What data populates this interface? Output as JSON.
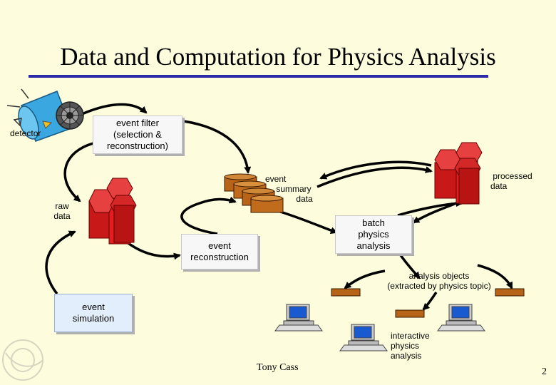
{
  "title": "Data and Computation for Physics Analysis",
  "labels": {
    "detector": "detector",
    "event_filter": [
      "event filter",
      "(selection &",
      "reconstruction)"
    ],
    "raw_data": [
      "raw",
      "data"
    ],
    "event_summary_data": [
      "event",
      "summary",
      "data"
    ],
    "processed_data": [
      "processed",
      "data"
    ],
    "batch_analysis": [
      "batch",
      "physics",
      "analysis"
    ],
    "event_reconstruction": [
      "event",
      "reconstruction"
    ],
    "analysis_objects": [
      "analysis objects",
      "(extracted by physics topic)"
    ],
    "event_simulation": [
      "event",
      "simulation"
    ],
    "interactive_analysis": [
      "interactive",
      "physics",
      "analysis"
    ]
  },
  "footer": {
    "author": "Tony Cass",
    "page_number": "2"
  },
  "colors": {
    "background": "#fdfdde",
    "title_rule": "#2a2aa8",
    "storage_red": "#e02020",
    "tape_brown": "#c87828",
    "box_blue": "#e3eefc"
  }
}
